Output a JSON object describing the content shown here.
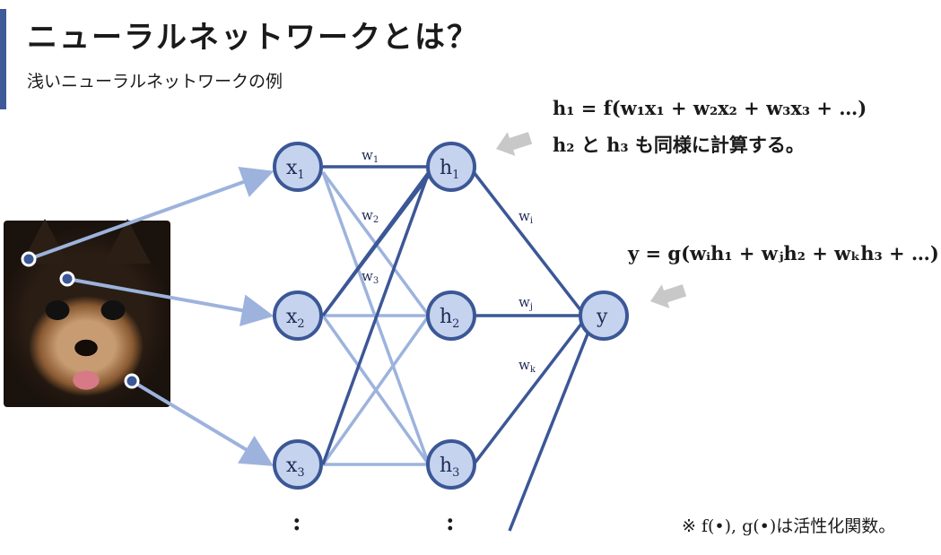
{
  "header": {
    "title": "ニューラルネットワークとは？",
    "subtitle": "浅いニューラルネットワークの例"
  },
  "nodes": {
    "inputs": [
      {
        "base": "x",
        "sub": "1"
      },
      {
        "base": "x",
        "sub": "2"
      },
      {
        "base": "x",
        "sub": "3"
      }
    ],
    "hidden": [
      {
        "base": "h",
        "sub": "1"
      },
      {
        "base": "h",
        "sub": "2"
      },
      {
        "base": "h",
        "sub": "3"
      }
    ],
    "output": {
      "base": "y",
      "sub": ""
    },
    "ellipsis": ":"
  },
  "weights": [
    {
      "base": "w",
      "sub": "1"
    },
    {
      "base": "w",
      "sub": "2"
    },
    {
      "base": "w",
      "sub": "3"
    },
    {
      "base": "w",
      "sub": "i"
    },
    {
      "base": "w",
      "sub": "j"
    },
    {
      "base": "w",
      "sub": "k"
    }
  ],
  "formulas": {
    "hidden": "h₁ = f(w₁x₁ + w₂x₂ + w₃x₃ + …)",
    "hidden_note": "h₂ と h₃ も同様に計算する。",
    "output": "y = g(wᵢh₁ + wⱼh₂ + wₖh₃ + …)"
  },
  "footnote": "※ f(•), g(•)は活性化関数。",
  "colors": {
    "accent": "#3f5a98",
    "dark_edge": "#3b5796",
    "light_edge": "#9db3dd",
    "node_fill": "#c5d3ee",
    "node_stroke": "#3b5796",
    "hint_arrow": "#c8c8c8"
  },
  "icons": {
    "input_image": "pomeranian-dog-photo",
    "hint": "left-arrow-icon"
  }
}
